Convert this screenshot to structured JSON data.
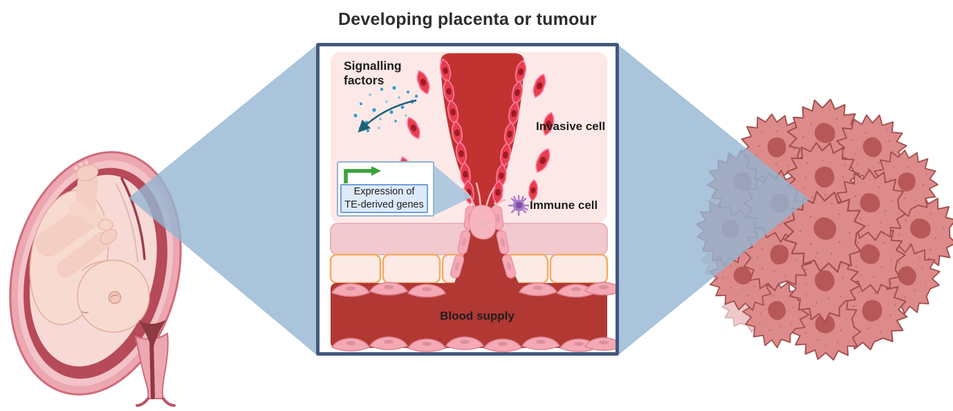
{
  "title": "Developing placenta or tumour",
  "panel": {
    "labels": {
      "signalling_factors": "Signalling factors",
      "invasive_cell": "Invasive cell",
      "immune_cell": "Immune cell",
      "blood_supply": "Blood supply"
    },
    "expression_box": {
      "line1": "Expression of",
      "line2": "TE-derived genes"
    }
  },
  "illustrations": {
    "left": "fetus-in-womb",
    "right": "tumour-cell-cluster",
    "connectors": [
      "zoom-beam-left",
      "zoom-beam-right"
    ]
  },
  "icons": [
    "signalling-dots-icon",
    "signalling-arrow-icon",
    "promoter-arrow-icon",
    "immune-cell-icon",
    "invasive-cell",
    "tumour-cell"
  ],
  "colors": {
    "beam-blue": "#93b5d2",
    "panel-border": "#43597b",
    "inner-pink": "#fce8e7",
    "funnel-red": "#c23230",
    "invasive-cell-red": "#e63e4c",
    "invasive-cell-outline": "#ff7fa8",
    "invasive-nucleus": "#9c1b24",
    "signal-dot-blue": "#2f9fd2",
    "arrow-teal": "#1d6077",
    "immune-purple": "#a97bc9",
    "immune-nucleus-purple": "#7b4ea3",
    "promoter-green": "#3aa23a",
    "expression-box-border": "#93b3d6",
    "expression-inner-bg": "#ddeafb",
    "expression-inner-border": "#6f9ed6",
    "decidua-pink": "#f1c9ce",
    "epithelial-cream": "#fbeae5",
    "epithelial-border": "#f3ac64",
    "blood-red": "#b23834",
    "endothelial-pink": "#f4a9b4",
    "trophoblast-pink": "#f6b5bf",
    "uterus-wall-pink": "#eca7b1",
    "uterus-inner-red": "#b64a59",
    "amnion-pink": "#f7d9d5",
    "fetus-skin": "#f8dbd0",
    "tumour-cell-fill": "#dd8a8a",
    "tumour-cell-outline": "#a34f4f",
    "tumour-nucleus": "#b85757",
    "label-text": "#1e1e1e",
    "title-text": "#2d2d2d"
  }
}
